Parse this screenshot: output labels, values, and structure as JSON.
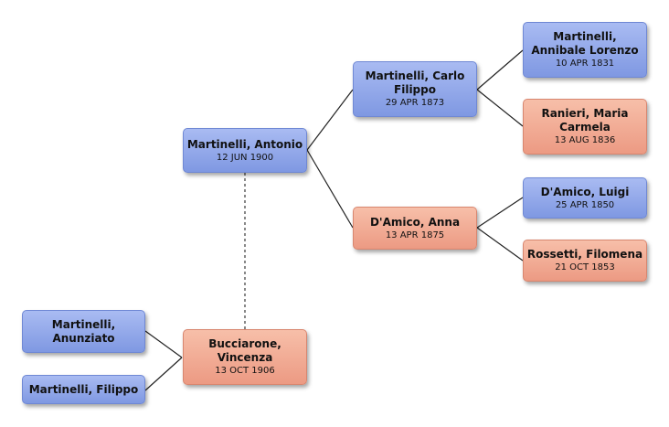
{
  "people": {
    "antonio": {
      "name": "Martinelli, Antonio",
      "date": "12 JUN 1900"
    },
    "carlo": {
      "name": "Martinelli, Carlo Filippo",
      "date": "29 APR 1873"
    },
    "anna": {
      "name": "D'Amico, Anna",
      "date": "13 APR 1875"
    },
    "annibale": {
      "name": "Martinelli, Annibale Lorenzo",
      "date": "10 APR 1831"
    },
    "maria": {
      "name": "Ranieri, Maria Carmela",
      "date": "13 AUG 1836"
    },
    "luigi": {
      "name": "D'Amico, Luigi",
      "date": "25 APR 1850"
    },
    "filomena": {
      "name": "Rossetti, Filomena",
      "date": "21 OCT 1853"
    },
    "vincenza": {
      "name": "Bucciarone, Vincenza",
      "date": "13 OCT 1906"
    },
    "anunziato": {
      "name": "Martinelli, Anunziato"
    },
    "filippo": {
      "name": "Martinelli, Filippo"
    }
  },
  "colors": {
    "male": "#8fa6e8",
    "female": "#f0a992",
    "line": "#222222",
    "spouse_line": "#555555"
  }
}
